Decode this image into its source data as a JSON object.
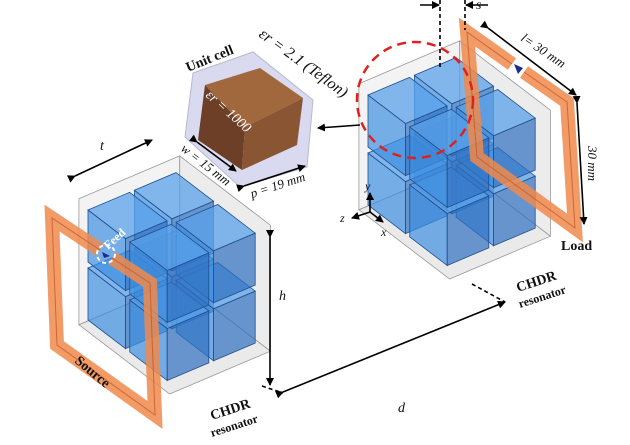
{
  "labels": {
    "unit_cell": "Unit cell",
    "teflon": "εr = 2.1 (Teflon)",
    "cube_permittivity": "εr = 1000",
    "w": "w = 15 mm",
    "p": "p = 19 mm",
    "t": "t",
    "h": "h",
    "d": "d",
    "s": "s",
    "l": "l= 30 mm",
    "loop_height": "30 mm",
    "load": "Load",
    "source": "Source",
    "feed": "Feed",
    "chdr_left_1": "CHDR",
    "chdr_left_2": "resonator",
    "chdr_right_1": "CHDR",
    "chdr_right_2": "resonator",
    "axis_x": "x",
    "axis_y": "y",
    "axis_z": "z"
  },
  "colors": {
    "cube": "#3f8fe0",
    "loop": "#f08a4b",
    "frame": "#dcdcdc",
    "highlight": "#e0201f",
    "unit_top": "#a2683d",
    "unit_left": "#6d3f26",
    "unit_right": "#8a5533",
    "teflon": "#d9d9ef"
  }
}
